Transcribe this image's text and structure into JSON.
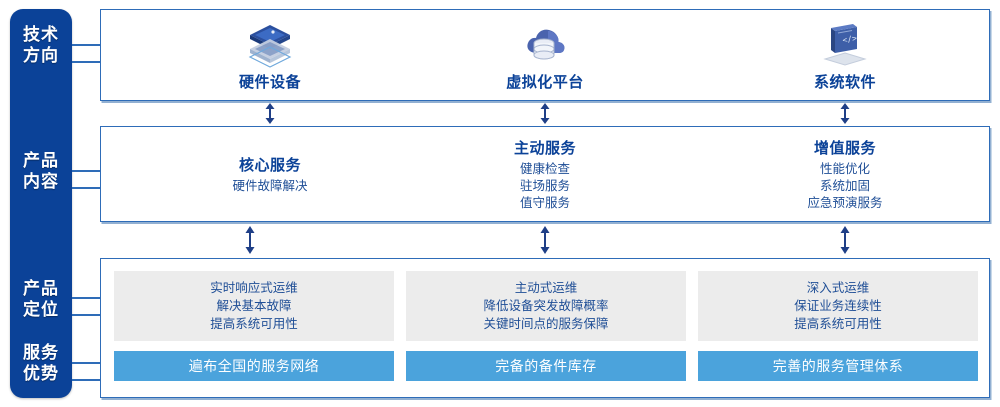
{
  "rail": {
    "labels": [
      {
        "name": "tech-direction",
        "line1": "技术",
        "line2": "方向"
      },
      {
        "name": "product-content",
        "line1": "产品",
        "line2": "内容"
      },
      {
        "name": "product-positioning",
        "line1": "产品",
        "line2": "定位"
      },
      {
        "name": "service-advantage",
        "line1": "服务",
        "line2": "优势"
      }
    ]
  },
  "tech_row": {
    "items": [
      {
        "icon": "server-stack-icon",
        "label": "硬件设备"
      },
      {
        "icon": "cloud-database-icon",
        "label": "虚拟化平台"
      },
      {
        "icon": "laptop-code-icon",
        "label": "系统软件"
      }
    ]
  },
  "content_row": {
    "columns": [
      {
        "title": "核心服务",
        "items": [
          "硬件故障解决"
        ]
      },
      {
        "title": "主动服务",
        "items": [
          "健康检查",
          "驻场服务",
          "值守服务"
        ]
      },
      {
        "title": "增值服务",
        "items": [
          "性能优化",
          "系统加固",
          "应急预演服务"
        ]
      }
    ]
  },
  "bottom_row": {
    "positioning": [
      {
        "lines": [
          "实时响应式运维",
          "解决基本故障",
          "提高系统可用性"
        ]
      },
      {
        "lines": [
          "主动式运维",
          "降低设备突发故障概率",
          "关键时间点的服务保障"
        ]
      },
      {
        "lines": [
          "深入式运维",
          "保证业务连续性",
          "提高系统可用性"
        ]
      }
    ],
    "advantages": [
      "遍布全国的服务网络",
      "完备的备件库存",
      "完善的服务管理体系"
    ]
  },
  "colors": {
    "rail_blue": "#0B4298",
    "border_blue": "#2E6CB8",
    "bar_blue": "#4BA3DC",
    "gray_box": "#ECECEC",
    "text_blue": "#1F4E96"
  }
}
